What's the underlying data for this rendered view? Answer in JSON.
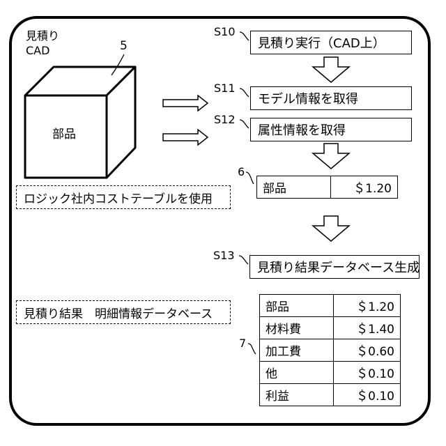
{
  "left": {
    "cad_line1": "見積り",
    "cad_line2": "CAD",
    "ref_cube": "5",
    "cube_label": "部品",
    "note_cost_table": "ロジック社内コストテーブルを使用",
    "note_result_db": "見積り結果　明細情報データベース"
  },
  "steps": [
    {
      "id": "S10",
      "text": "見積り実行（CAD上）"
    },
    {
      "id": "S11",
      "text": "モデル情報を取得"
    },
    {
      "id": "S12",
      "text": "属性情報を取得"
    },
    {
      "id": "S13",
      "text": "見積り結果データベース生成"
    }
  ],
  "single_table": {
    "ref": "6",
    "rows": [
      {
        "name": "部品",
        "price": "＄1.20"
      }
    ]
  },
  "result_table": {
    "ref": "7",
    "rows": [
      {
        "name": "部品",
        "price": "＄1.20"
      },
      {
        "name": "材料費",
        "price": "＄1.40"
      },
      {
        "name": "加工費",
        "price": "＄0.60"
      },
      {
        "name": "他",
        "price": "＄0.10"
      },
      {
        "name": "利益",
        "price": "＄0.10"
      }
    ]
  },
  "colors": {
    "stroke": "#000000",
    "background": "#ffffff"
  }
}
